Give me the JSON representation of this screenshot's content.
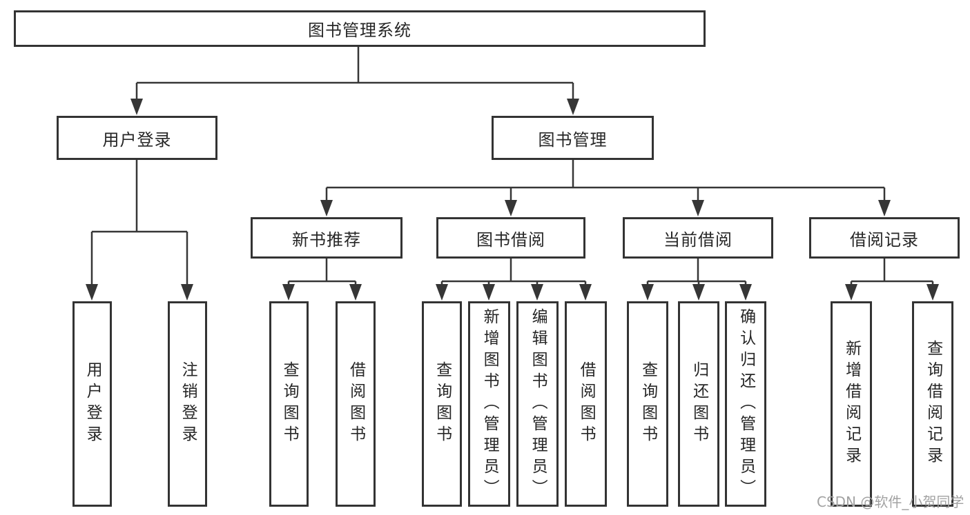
{
  "tree": {
    "root": {
      "label": "图书管理系统"
    },
    "branches": [
      {
        "label": "用户登录",
        "children": [
          {
            "label": "用户登录"
          },
          {
            "label": "注销登录"
          }
        ]
      },
      {
        "label": "图书管理",
        "children": [
          {
            "label": "新书推荐",
            "children": [
              {
                "label": "查询图书"
              },
              {
                "label": "借阅图书"
              }
            ]
          },
          {
            "label": "图书借阅",
            "children": [
              {
                "label": "查询图书"
              },
              {
                "label": "新增图书（管理员）"
              },
              {
                "label": "编辑图书（管理员）"
              },
              {
                "label": "借阅图书"
              }
            ]
          },
          {
            "label": "当前借阅",
            "children": [
              {
                "label": "查询图书"
              },
              {
                "label": "归还图书"
              },
              {
                "label": "确认归还（管理员）"
              }
            ]
          },
          {
            "label": "借阅记录",
            "children": [
              {
                "label": "新增借阅记录"
              },
              {
                "label": "查询借阅记录"
              }
            ]
          }
        ]
      }
    ]
  },
  "watermark": {
    "text": "CSDN @软件_小贺同学"
  },
  "colors": {
    "line": "#363636",
    "box_border": "#333333",
    "text": "#262626",
    "watermark": "#a2a2a2",
    "background": "#ffffff"
  }
}
